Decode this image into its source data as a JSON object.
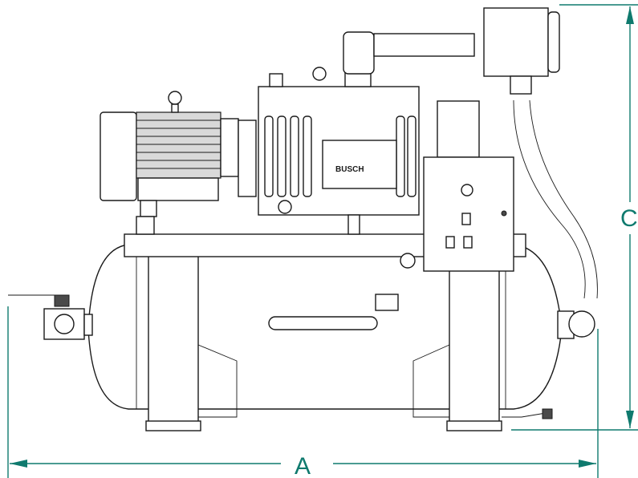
{
  "dimensions": {
    "width_label": "A",
    "height_label": "C"
  },
  "brand_plate": {
    "text": "BUSCH"
  },
  "colors": {
    "dimension_line": "#0f7a6e",
    "outline": "#1a1a1a",
    "shade": "#d9d9d9"
  }
}
